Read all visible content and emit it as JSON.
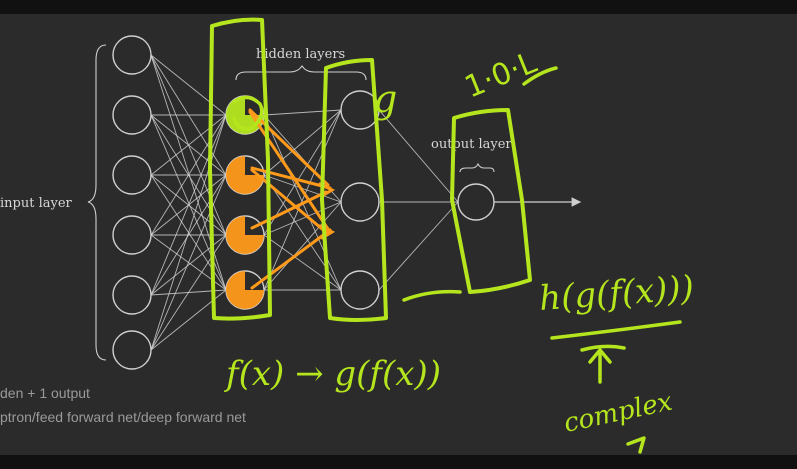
{
  "diagram": {
    "labels": {
      "input_layer": "input layer",
      "hidden_layers": "hidden layers",
      "output_layer": "output layer"
    },
    "captions": {
      "line1": "den + 1 output",
      "line2": "ptron/feed forward net/deep forward net"
    },
    "annotations": {
      "g_label": "g",
      "iol": "1·0·L",
      "fx_chain": "f(x) → g(f(x))",
      "composite": "h(g(f(x)))",
      "complex": "complex"
    },
    "colors": {
      "background": "#2b2b2b",
      "network": "#d0d0d0",
      "highlight": "#b5e61d",
      "orange": "#ff9a1a"
    }
  }
}
